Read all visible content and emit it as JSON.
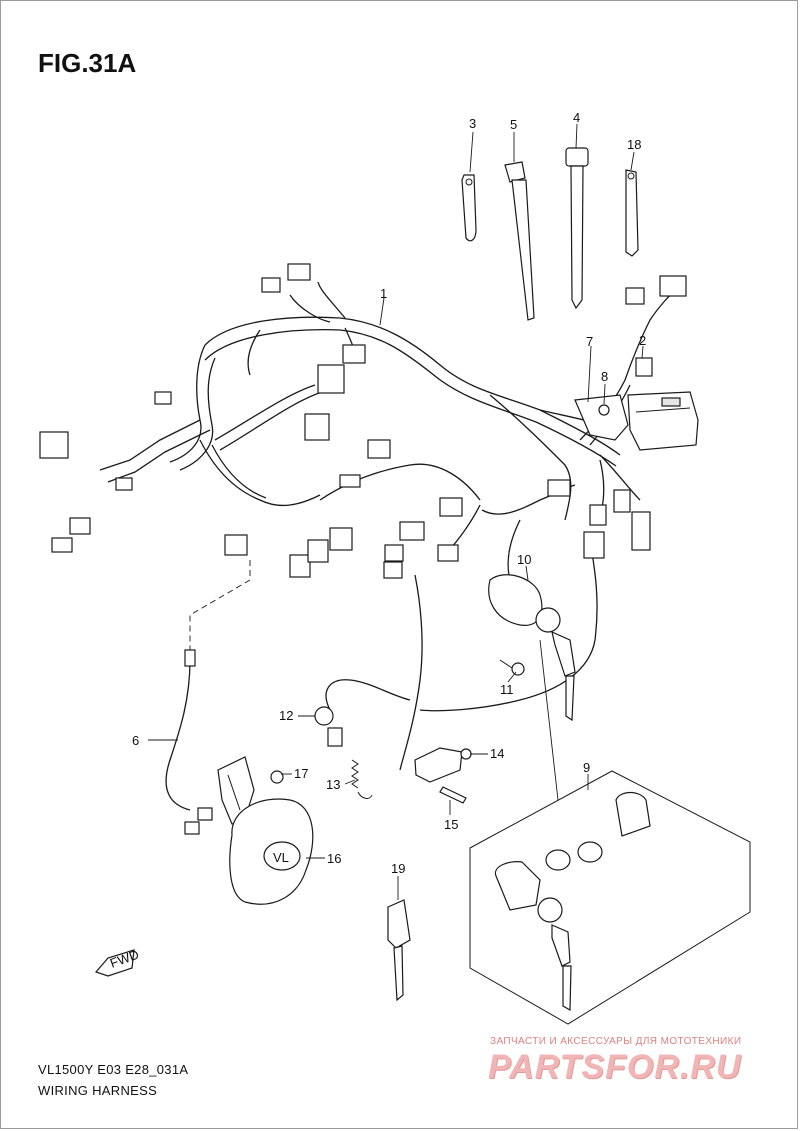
{
  "figure": {
    "title": "FIG.31A",
    "model_code": "VL1500Y E03 E28_031A",
    "section_name": "WIRING HARNESS"
  },
  "callouts": {
    "c1": "1",
    "c2": "2",
    "c3": "3",
    "c4": "4",
    "c5": "5",
    "c6": "6",
    "c7": "7",
    "c8": "8",
    "c9": "9",
    "c10": "10",
    "c11": "11",
    "c12": "12",
    "c13": "13",
    "c14": "14",
    "c15": "15",
    "c16": "16",
    "c17": "17",
    "c18": "18",
    "c19": "19"
  },
  "markings": {
    "fwd_arrow": "FWD",
    "horn_emblem": "VL"
  },
  "watermark": {
    "caption": "ЗАПЧАСТИ И АКСЕССУАРЫ ДЛЯ МОТОТЕХНИКИ",
    "logo": "PARTSFOR.RU"
  },
  "colors": {
    "line": "#1a1a1a",
    "watermark": "#f2b5b5"
  }
}
